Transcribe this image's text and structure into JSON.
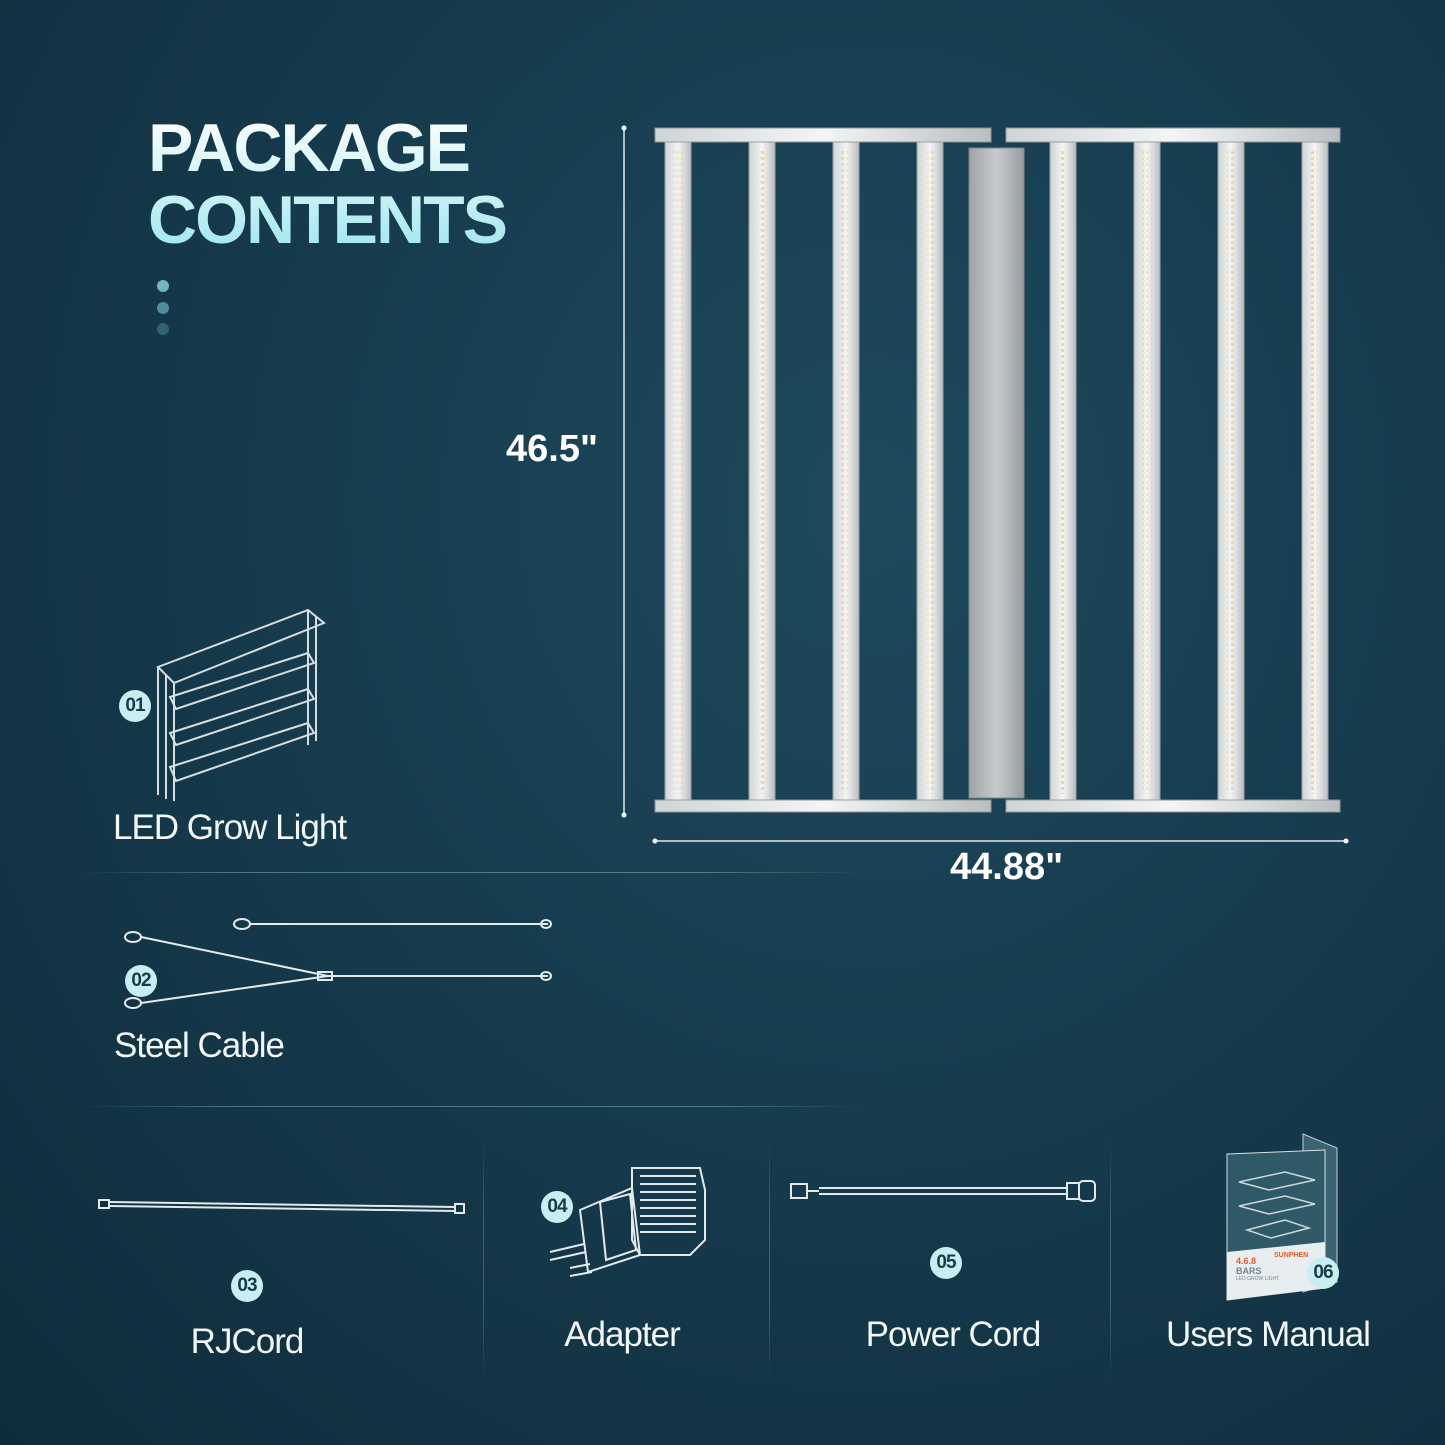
{
  "title": {
    "line1": "PACKAGE",
    "line2": "CONTENTS"
  },
  "dimensions": {
    "height": "46.5\"",
    "width": "44.88\""
  },
  "items": [
    {
      "badge": "01",
      "label": "LED Grow Light"
    },
    {
      "badge": "02",
      "label": "Steel Cable"
    },
    {
      "badge": "03",
      "label": "RJCord"
    },
    {
      "badge": "04",
      "label": "Adapter"
    },
    {
      "badge": "05",
      "label": "Power Cord"
    },
    {
      "badge": "06",
      "label": "Users Manual"
    }
  ],
  "manual_cover": {
    "bars": "4.6.8",
    "sub": "BARS",
    "caption": "LED GROW LIGHT",
    "brand": "SUNPHEN"
  },
  "colors": {
    "background": "#163c4e",
    "badge": "#c9eef1",
    "title": "#9ee7ee",
    "brand": "#e85b2a"
  }
}
